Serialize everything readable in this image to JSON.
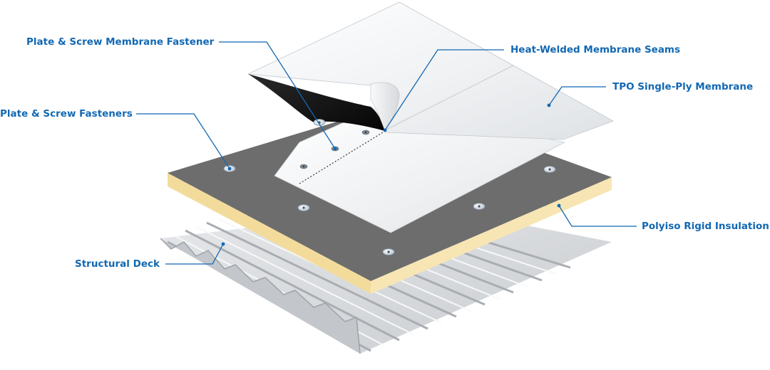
{
  "labels": {
    "plate_screw_membrane_fastener": "Plate & Screw Membrane Fastener",
    "heat_welded_seams": "Heat-Welded Membrane Seams",
    "tpo_membrane": "TPO Single-Ply Membrane",
    "plate_screw_fasteners": "Plate & Screw Fasteners",
    "polyiso_insulation": "Polyiso Rigid Insulation",
    "structural_deck": "Structural Deck"
  },
  "colors": {
    "callout_text": "#1268b3",
    "leader_line": "#1268b3",
    "membrane": "#f4f6f8",
    "membrane_underside": "#1a1a1a",
    "insulation_top": "#6e6e6e",
    "insulation_side": "#f4dfa0",
    "deck": "#d8dadc"
  }
}
